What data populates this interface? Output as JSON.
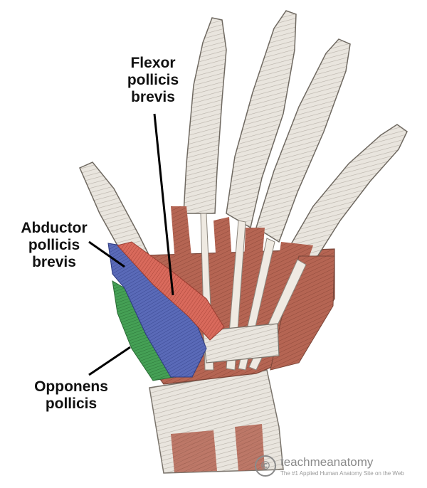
{
  "labels": {
    "flexor_pollicis_brevis": [
      "Flexor",
      "pollicis",
      "brevis"
    ],
    "abductor_pollicis_brevis": [
      "Abductor",
      "pollicis",
      "brevis"
    ],
    "opponens_pollicis": [
      "Opponens",
      "pollicis"
    ]
  },
  "brand": {
    "name": "teachmeanatomy",
    "tagline": "The #1 Applied Human Anatomy Site on the Web",
    "logo_glyph": "©"
  },
  "colors": {
    "flexor_pollicis_brevis": "#d96a5c",
    "abductor_pollicis_brevis": "#5566b8",
    "opponens_pollicis": "#3f9a4e",
    "muscle": "#b86a55",
    "tendon": "#e8e3dc",
    "line": "#000000"
  }
}
